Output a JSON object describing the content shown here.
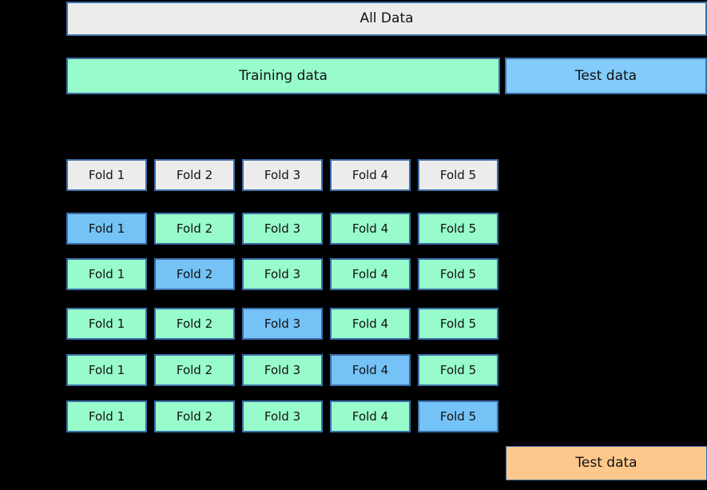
{
  "palette": {
    "background": "#000000",
    "gray": "#ececec",
    "green": "#98fbcb",
    "blue": "#82cbfa",
    "fold_blue": "#74c2f6",
    "orange": "#fcc88b",
    "border": "#3b6ea8",
    "text": "#111111"
  },
  "header": {
    "all_data_label": "All Data"
  },
  "split_bar": {
    "training_label": "Training data",
    "test_label": "Test data"
  },
  "fold_header": {
    "cells": [
      {
        "label": "Fold 1",
        "type": "gray"
      },
      {
        "label": "Fold 2",
        "type": "gray"
      },
      {
        "label": "Fold 3",
        "type": "gray"
      },
      {
        "label": "Fold 4",
        "type": "gray"
      },
      {
        "label": "Fold 5",
        "type": "gray"
      }
    ]
  },
  "cv_grid": {
    "rows": [
      {
        "cells": [
          {
            "label": "Fold 1",
            "type": "validation"
          },
          {
            "label": "Fold 2",
            "type": "train"
          },
          {
            "label": "Fold 3",
            "type": "train"
          },
          {
            "label": "Fold 4",
            "type": "train"
          },
          {
            "label": "Fold 5",
            "type": "train"
          }
        ]
      },
      {
        "cells": [
          {
            "label": "Fold 1",
            "type": "train"
          },
          {
            "label": "Fold 2",
            "type": "validation"
          },
          {
            "label": "Fold 3",
            "type": "train"
          },
          {
            "label": "Fold 4",
            "type": "train"
          },
          {
            "label": "Fold 5",
            "type": "train"
          }
        ]
      },
      {
        "cells": [
          {
            "label": "Fold 1",
            "type": "train"
          },
          {
            "label": "Fold 2",
            "type": "train"
          },
          {
            "label": "Fold 3",
            "type": "validation"
          },
          {
            "label": "Fold 4",
            "type": "train"
          },
          {
            "label": "Fold 5",
            "type": "train"
          }
        ]
      },
      {
        "cells": [
          {
            "label": "Fold 1",
            "type": "train"
          },
          {
            "label": "Fold 2",
            "type": "train"
          },
          {
            "label": "Fold 3",
            "type": "train"
          },
          {
            "label": "Fold 4",
            "type": "validation"
          },
          {
            "label": "Fold 5",
            "type": "train"
          }
        ]
      },
      {
        "cells": [
          {
            "label": "Fold 1",
            "type": "train"
          },
          {
            "label": "Fold 2",
            "type": "train"
          },
          {
            "label": "Fold 3",
            "type": "train"
          },
          {
            "label": "Fold 4",
            "type": "train"
          },
          {
            "label": "Fold 5",
            "type": "validation"
          }
        ]
      }
    ]
  },
  "final_eval": {
    "test_label": "Test data"
  }
}
